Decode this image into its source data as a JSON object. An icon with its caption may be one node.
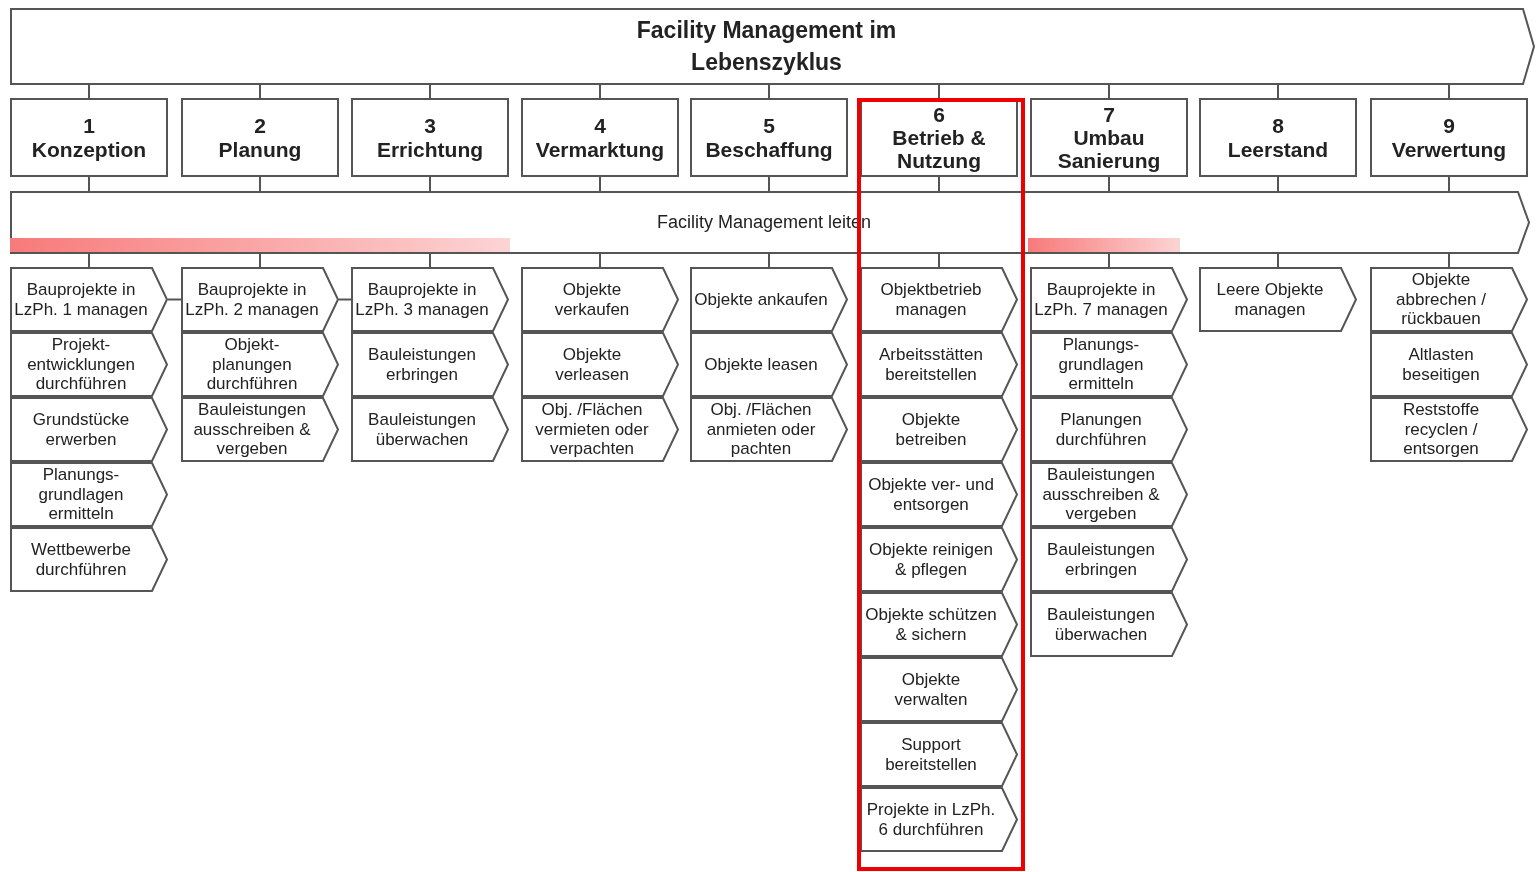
{
  "diagram": {
    "nodes": [
      {
        "text": [
          "Facility Management im Lebenszyklus"
        ]
      },
      {
        "text": [
          "1",
          "Konzeption"
        ]
      },
      {
        "text": [
          "2",
          "Planung"
        ]
      },
      {
        "text": [
          "3",
          "Errichtung"
        ]
      },
      {
        "text": [
          "4",
          "Vermarktung"
        ]
      },
      {
        "text": [
          "5",
          "Beschaffung"
        ]
      },
      {
        "text": [
          "6",
          "Betrieb & Nutzung"
        ]
      },
      {
        "text": [
          "7",
          "Umbau Sanierung"
        ]
      },
      {
        "text": [
          "8",
          "Leerstand"
        ]
      },
      {
        "text": [
          "9",
          "Verwertung"
        ]
      },
      {
        "text": [
          "Facility Management leiten"
        ]
      },
      {
        "text": [
          "Bauprojekte in LzPh. 1 managen"
        ]
      },
      {
        "text": [
          "Projekt- entwicklungen durchführen"
        ]
      },
      {
        "text": [
          "Grundstücke erwerben"
        ]
      },
      {
        "text": [
          "Planungs- grundlagen ermitteln"
        ]
      },
      {
        "text": [
          "Wettbewerbe durchführen"
        ]
      },
      {
        "text": [
          "Bauprojekte in LzPh. 2 managen"
        ]
      },
      {
        "text": [
          "Objekt- planungen durchführen"
        ]
      },
      {
        "text": [
          "Bauleistungen ausschreiben & vergeben"
        ]
      },
      {
        "text": [
          "Bauprojekte in LzPh. 3 managen"
        ]
      },
      {
        "text": [
          "Bauleistungen erbringen"
        ]
      },
      {
        "text": [
          "Bauleistungen überwachen"
        ]
      },
      {
        "text": [
          "Objekte verkaufen"
        ]
      },
      {
        "text": [
          "Objekte verleasen"
        ]
      },
      {
        "text": [
          "Obj. /Flächen vermieten oder verpachten"
        ]
      },
      {
        "text": [
          "Objekte ankaufen"
        ]
      },
      {
        "text": [
          "Objekte leasen"
        ]
      },
      {
        "text": [
          "Obj. /Flächen anmieten oder pachten"
        ]
      },
      {
        "text": [
          "Objektbetrieb managen"
        ]
      },
      {
        "text": [
          "Arbeitsstätten bereitstellen"
        ]
      },
      {
        "text": [
          "Objekte betreiben"
        ]
      },
      {
        "text": [
          "Objekte ver- und entsorgen"
        ]
      },
      {
        "text": [
          "Objekte reinigen & pflegen"
        ]
      },
      {
        "text": [
          "Objekte schützen & sichern"
        ]
      },
      {
        "text": [
          "Objekte verwalten"
        ]
      },
      {
        "text": [
          "Support bereitstellen"
        ]
      },
      {
        "text": [
          "Projekte in LzPh. 6 durchführen"
        ]
      },
      {
        "text": [
          "Bauprojekte in LzPh. 7 managen"
        ]
      },
      {
        "text": [
          "Planungs- grundlagen ermitteln"
        ]
      },
      {
        "text": [
          "Planungen durchführen"
        ]
      },
      {
        "text": [
          "Bauleistungen ausschreiben & vergeben"
        ]
      },
      {
        "text": [
          "Bauleistungen erbringen"
        ]
      },
      {
        "text": [
          "Bauleistungen überwachen"
        ]
      },
      {
        "text": [
          "Leere Objekte managen"
        ]
      },
      {
        "text": [
          "Objekte abbrechen / rückbauen"
        ]
      },
      {
        "text": [
          "Altlasten beseitigen"
        ]
      },
      {
        "text": [
          "Reststoffe recyclen / entsorgen"
        ]
      }
    ],
    "edges": [
      {
        "from": 0,
        "to": 1,
        "arrow": "none"
      },
      {
        "from": 0,
        "to": 2,
        "arrow": "none"
      },
      {
        "from": 0,
        "to": 3,
        "arrow": "none"
      },
      {
        "from": 0,
        "to": 4,
        "arrow": "none"
      },
      {
        "from": 0,
        "to": 5,
        "arrow": "none"
      },
      {
        "from": 0,
        "to": 6,
        "arrow": "none"
      },
      {
        "from": 0,
        "to": 7,
        "arrow": "none"
      },
      {
        "from": 0,
        "to": 8,
        "arrow": "none"
      },
      {
        "from": 0,
        "to": 9,
        "arrow": "none"
      },
      {
        "from": 1,
        "to": 10,
        "arrow": "none"
      },
      {
        "from": 2,
        "to": 10,
        "arrow": "none"
      },
      {
        "from": 3,
        "to": 10,
        "arrow": "none"
      },
      {
        "from": 4,
        "to": 10,
        "arrow": "none"
      },
      {
        "from": 5,
        "to": 10,
        "arrow": "none"
      },
      {
        "from": 6,
        "to": 10,
        "arrow": "none"
      },
      {
        "from": 7,
        "to": 10,
        "arrow": "none"
      },
      {
        "from": 8,
        "to": 10,
        "arrow": "none"
      },
      {
        "from": 9,
        "to": 10,
        "arrow": "none"
      },
      {
        "from": 10,
        "to": 11,
        "arrow": "none"
      },
      {
        "from": 10,
        "to": 16,
        "arrow": "none"
      },
      {
        "from": 10,
        "to": 19,
        "arrow": "none"
      },
      {
        "from": 10,
        "to": 22,
        "arrow": "none"
      },
      {
        "from": 10,
        "to": 25,
        "arrow": "none"
      },
      {
        "from": 10,
        "to": 28,
        "arrow": "none"
      },
      {
        "from": 10,
        "to": 37,
        "arrow": "none"
      },
      {
        "from": 10,
        "to": 43,
        "arrow": "none"
      },
      {
        "from": 10,
        "to": 44,
        "arrow": "none"
      },
      {
        "from": 11,
        "to": 16,
        "arrow": "none"
      },
      {
        "from": 16,
        "to": 19,
        "arrow": "none"
      }
    ]
  }
}
